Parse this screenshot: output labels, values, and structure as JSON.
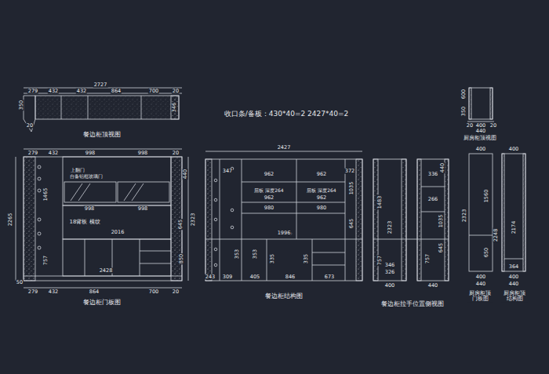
{
  "diagram": {
    "labels": [
      "2727",
      "279",
      "432",
      "432",
      "864",
      "700",
      "20",
      "350",
      "20",
      "346",
      "餐边柜顶视图",
      "收口条/备板：430*40=2 2427*40=2",
      "600",
      "350",
      "20",
      "400",
      "20",
      "440",
      "厨房柜顶视图",
      "279",
      "432",
      "998",
      "998",
      "20",
      "998",
      "998",
      "1465",
      "18背板 横纹",
      "2016",
      "2428",
      "2265",
      "50",
      "757",
      "279",
      "432",
      "864",
      "700",
      "20",
      "440",
      "2323",
      "645",
      "850",
      "上翻门",
      "自备铝框玻璃门",
      "餐边柜门板图",
      "2427",
      "347",
      "962",
      "962",
      "372",
      "962",
      "962",
      "层板 深度264",
      "层板 深度264",
      "980",
      "980",
      "1996",
      "353",
      "353",
      "846",
      "673",
      "243",
      "309",
      "405",
      "335",
      "335",
      "645",
      "1035",
      "餐边柜结构图",
      "1483",
      "2323",
      "757",
      "346",
      "326",
      "400",
      "336",
      "440",
      "266",
      "1035",
      "645",
      "757",
      "440",
      "餐边柜拉手位置侧视图",
      "400",
      "400",
      "1560",
      "2323",
      "2248",
      "650",
      "2174",
      "364",
      "400",
      "440",
      "400",
      "440",
      "厨房柜顶门板图",
      "厨房柜顶结构图"
    ]
  }
}
